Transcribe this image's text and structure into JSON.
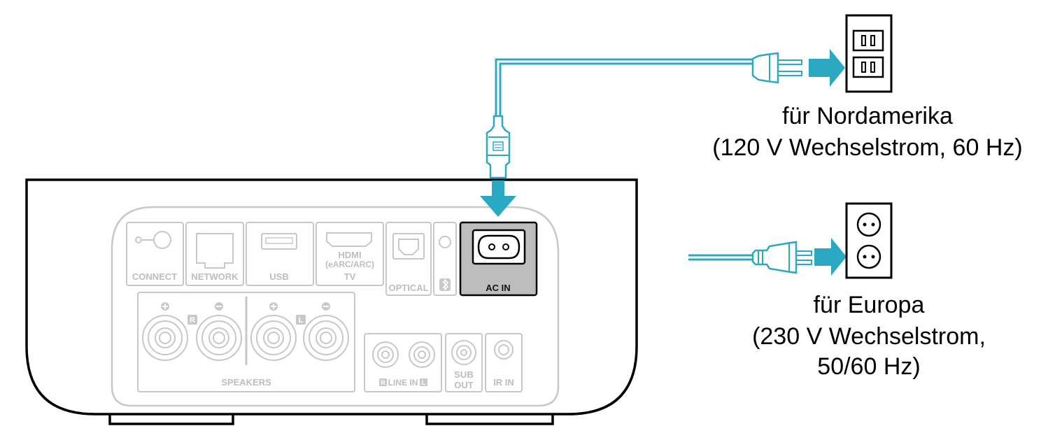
{
  "device": {
    "ports": {
      "connect": "CONNECT",
      "network": "NETWORK",
      "usb": "USB",
      "hdmi_line1": "HDMI",
      "hdmi_line2": "(eARC/ARC)",
      "hdmi_line3": "TV",
      "optical": "OPTICAL",
      "ac_in": "AC IN",
      "speakers": "SPEAKERS",
      "speaker_right_badge": "R",
      "speaker_left_badge": "L",
      "line_in": "LINE IN",
      "line_in_r_badge": "R",
      "line_in_l_badge": "L",
      "sub_out_line1": "SUB",
      "sub_out_line2": "OUT",
      "ir_in": "IR IN"
    }
  },
  "captions": {
    "north_america": {
      "line1": "für Nordamerika",
      "line2": "(120 V Wechselstrom, 60 Hz)"
    },
    "europe": {
      "line1": "für Europa",
      "line2": "(230 V Wechselstrom,",
      "line3": "50/60 Hz)"
    }
  },
  "colors": {
    "cable": "#2ba8c2",
    "arrow": "#2ba8c2",
    "panel_line": "#c8c8c8",
    "ac_in_fill": "#bdbdbd"
  }
}
